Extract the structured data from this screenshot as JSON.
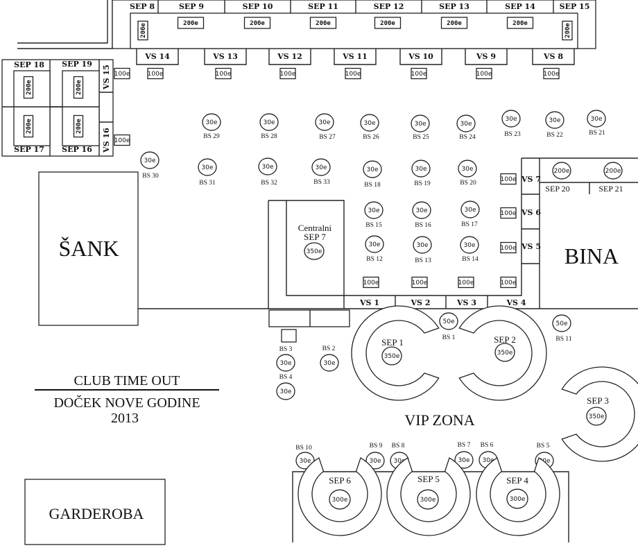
{
  "title": {
    "line1": "CLUB  TIME OUT",
    "line2": "DOČEK NOVE GODINE",
    "line3": "2013"
  },
  "areas": {
    "bar": "ŠANK",
    "stage": "BINA",
    "vip": "VIP ZONA",
    "cloakroom": "GARDEROBA",
    "central_label1": "Centralni",
    "central_label2": "SEP 7",
    "central_price": "350e"
  },
  "top_seps": [
    {
      "label": "SEP 8",
      "price": "200e"
    },
    {
      "label": "SEP 9",
      "price": "200e"
    },
    {
      "label": "SEP 10",
      "price": "200e"
    },
    {
      "label": "SEP 11",
      "price": "200e"
    },
    {
      "label": "SEP 12",
      "price": "200e"
    },
    {
      "label": "SEP 13",
      "price": "200e"
    },
    {
      "label": "SEP 14",
      "price": "200e"
    },
    {
      "label": "SEP 15",
      "price": "200e"
    }
  ],
  "top_vs": [
    {
      "label": "VS 14",
      "price": "100e"
    },
    {
      "label": "VS 13",
      "price": "100e"
    },
    {
      "label": "VS 12",
      "price": "100e"
    },
    {
      "label": "VS 11",
      "price": "100e"
    },
    {
      "label": "VS 10",
      "price": "100e"
    },
    {
      "label": "VS 9",
      "price": "100e"
    },
    {
      "label": "VS 8",
      "price": "100e"
    }
  ],
  "left_seps": [
    {
      "label": "SEP 18",
      "price": "200e"
    },
    {
      "label": "SEP 19",
      "price": "200e"
    },
    {
      "label": "SEP 17",
      "price": "200e"
    },
    {
      "label": "SEP 16",
      "price": "200e"
    }
  ],
  "left_vs": [
    {
      "label": "VS 15",
      "price": "100e"
    },
    {
      "label": "VS 16",
      "price": "100e"
    }
  ],
  "stage_seps": [
    {
      "label": "SEP 20",
      "price": "200e"
    },
    {
      "label": "SEP 21",
      "price": "200e"
    }
  ],
  "stage_vs": [
    {
      "label": "VS 7",
      "price": "100e"
    },
    {
      "label": "VS 6",
      "price": "100e"
    },
    {
      "label": "VS 5",
      "price": "100e"
    }
  ],
  "bottom_vs": [
    {
      "label": "VS 1",
      "price": "100e"
    },
    {
      "label": "VS 2",
      "price": "100e"
    },
    {
      "label": "VS 3",
      "price": "100e"
    },
    {
      "label": "VS 4",
      "price": "100e"
    }
  ],
  "bar_stools": [
    {
      "label": "BS 29",
      "price": "30e"
    },
    {
      "label": "BS 28",
      "price": "30e"
    },
    {
      "label": "BS 27",
      "price": "30e"
    },
    {
      "label": "BS 26",
      "price": "30e"
    },
    {
      "label": "BS 25",
      "price": "30e"
    },
    {
      "label": "BS 24",
      "price": "30e"
    },
    {
      "label": "BS 23",
      "price": "30e"
    },
    {
      "label": "BS 22",
      "price": "30e"
    },
    {
      "label": "BS 21",
      "price": "30e"
    },
    {
      "label": "BS 30",
      "price": "30e"
    },
    {
      "label": "BS 31",
      "price": "30e"
    },
    {
      "label": "BS 32",
      "price": "30e"
    },
    {
      "label": "BS 33",
      "price": "30e"
    },
    {
      "label": "BS 18",
      "price": "30e"
    },
    {
      "label": "BS 19",
      "price": "30e"
    },
    {
      "label": "BS 20",
      "price": "30e"
    },
    {
      "label": "BS 15",
      "price": "30e"
    },
    {
      "label": "BS 16",
      "price": "30e"
    },
    {
      "label": "BS 17",
      "price": "30e"
    },
    {
      "label": "BS 12",
      "price": "30e"
    },
    {
      "label": "BS 13",
      "price": "30e"
    },
    {
      "label": "BS 14",
      "price": "30e"
    },
    {
      "label": "BS 1",
      "price": "50e"
    },
    {
      "label": "BS 11",
      "price": "50e"
    },
    {
      "label": "BS 3",
      "price": "30e"
    },
    {
      "label": "BS 4",
      "price": "30e"
    },
    {
      "label": "BS 2",
      "price": "30e"
    },
    {
      "label": "BS 10",
      "price": "30e"
    },
    {
      "label": "BS 9",
      "price": "30e"
    },
    {
      "label": "BS 8",
      "price": "30e"
    },
    {
      "label": "BS 7",
      "price": "30e"
    },
    {
      "label": "BS 6",
      "price": "30e"
    },
    {
      "label": "BS 5",
      "price": "30e"
    }
  ],
  "vip_seps": [
    {
      "label": "SEP 1",
      "price": "350e"
    },
    {
      "label": "SEP 2",
      "price": "350e"
    },
    {
      "label": "SEP 3",
      "price": "350e"
    }
  ],
  "lounge_seps": [
    {
      "label": "SEP 6",
      "price": "300e"
    },
    {
      "label": "SEP 5",
      "price": "300e"
    },
    {
      "label": "SEP 4",
      "price": "300e"
    }
  ]
}
